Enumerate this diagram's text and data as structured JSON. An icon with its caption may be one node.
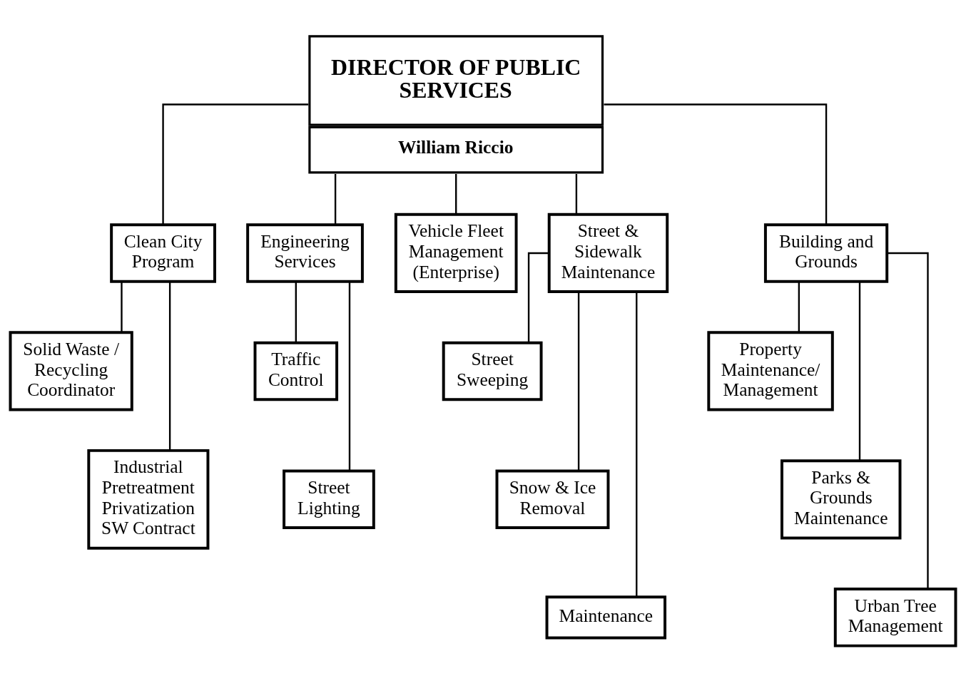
{
  "diagram": {
    "nodes": [
      {
        "text": [
          "DIRECTOR OF PUBLIC SERVICES",
          "William Riccio"
        ]
      },
      {
        "text": [
          "Clean City Program"
        ]
      },
      {
        "text": [
          "Engineering Services"
        ]
      },
      {
        "text": [
          "Vehicle Fleet Management (Enterprise)"
        ]
      },
      {
        "text": [
          "Street & Sidewalk Maintenance"
        ]
      },
      {
        "text": [
          "Building and Grounds"
        ]
      },
      {
        "text": [
          "Solid Waste / Recycling Coordinator"
        ]
      },
      {
        "text": [
          "Industrial Pretreatment Privatization SW Contract"
        ]
      },
      {
        "text": [
          "Traffic Control"
        ]
      },
      {
        "text": [
          "Street Lighting"
        ]
      },
      {
        "text": [
          "Street Sweeping"
        ]
      },
      {
        "text": [
          "Snow & Ice Removal"
        ]
      },
      {
        "text": [
          "Maintenance"
        ]
      },
      {
        "text": [
          "Property Maintenance/ Management"
        ]
      },
      {
        "text": [
          "Parks & Grounds Maintenance"
        ]
      },
      {
        "text": [
          "Urban Tree Management"
        ]
      }
    ],
    "edges": [
      {
        "from": 0,
        "to": 1,
        "arrow": "none"
      },
      {
        "from": 0,
        "to": 2,
        "arrow": "none"
      },
      {
        "from": 0,
        "to": 3,
        "arrow": "none"
      },
      {
        "from": 0,
        "to": 4,
        "arrow": "none"
      },
      {
        "from": 0,
        "to": 5,
        "arrow": "none"
      },
      {
        "from": 1,
        "to": 6,
        "arrow": "none"
      },
      {
        "from": 1,
        "to": 7,
        "arrow": "none"
      },
      {
        "from": 2,
        "to": 8,
        "arrow": "none"
      },
      {
        "from": 2,
        "to": 9,
        "arrow": "none"
      },
      {
        "from": 4,
        "to": 10,
        "arrow": "none"
      },
      {
        "from": 4,
        "to": 11,
        "arrow": "none"
      },
      {
        "from": 4,
        "to": 12,
        "arrow": "none"
      },
      {
        "from": 5,
        "to": 13,
        "arrow": "none"
      },
      {
        "from": 5,
        "to": 14,
        "arrow": "none"
      },
      {
        "from": 5,
        "to": 15,
        "arrow": "none"
      }
    ]
  }
}
